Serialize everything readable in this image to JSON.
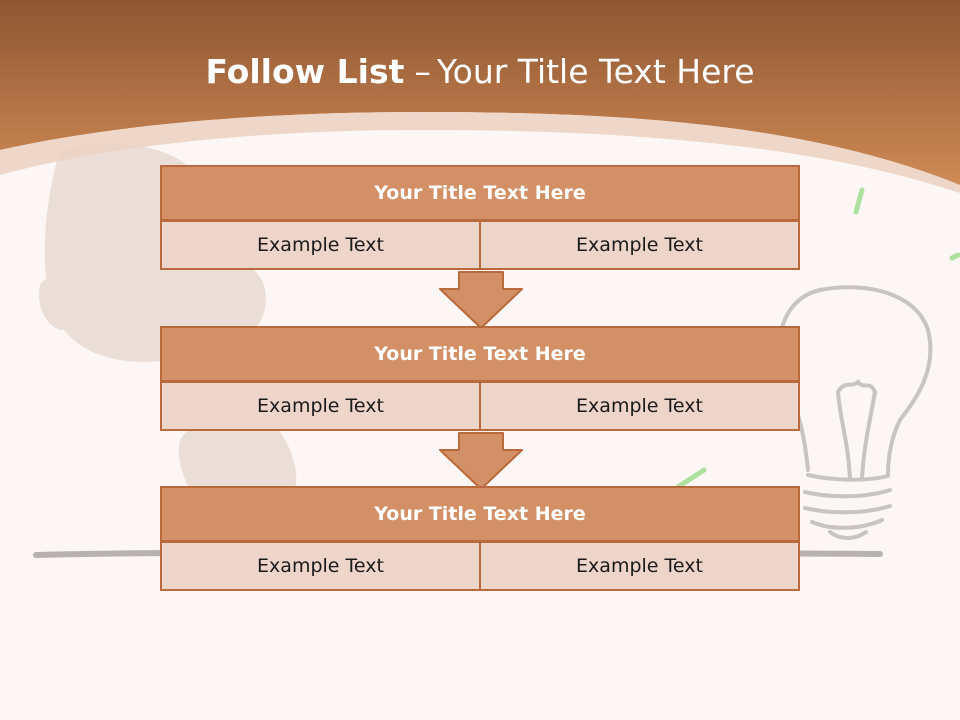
{
  "slide": {
    "title_bold": "Follow List",
    "title_separator": "–",
    "title_rest": "Your Title Text Here"
  },
  "colors": {
    "banner": "#b8683a",
    "header_fill": "#d39066",
    "cell_fill": "#eed5ca",
    "border": "#b86a3c",
    "background": "#fcf7f4"
  },
  "blocks": [
    {
      "title": "Your Title Text Here",
      "cells": [
        "Example Text",
        "Example Text"
      ]
    },
    {
      "title": "Your Title Text Here",
      "cells": [
        "Example Text",
        "Example Text"
      ]
    },
    {
      "title": "Your Title Text Here",
      "cells": [
        "Example Text",
        "Example Text"
      ]
    }
  ]
}
